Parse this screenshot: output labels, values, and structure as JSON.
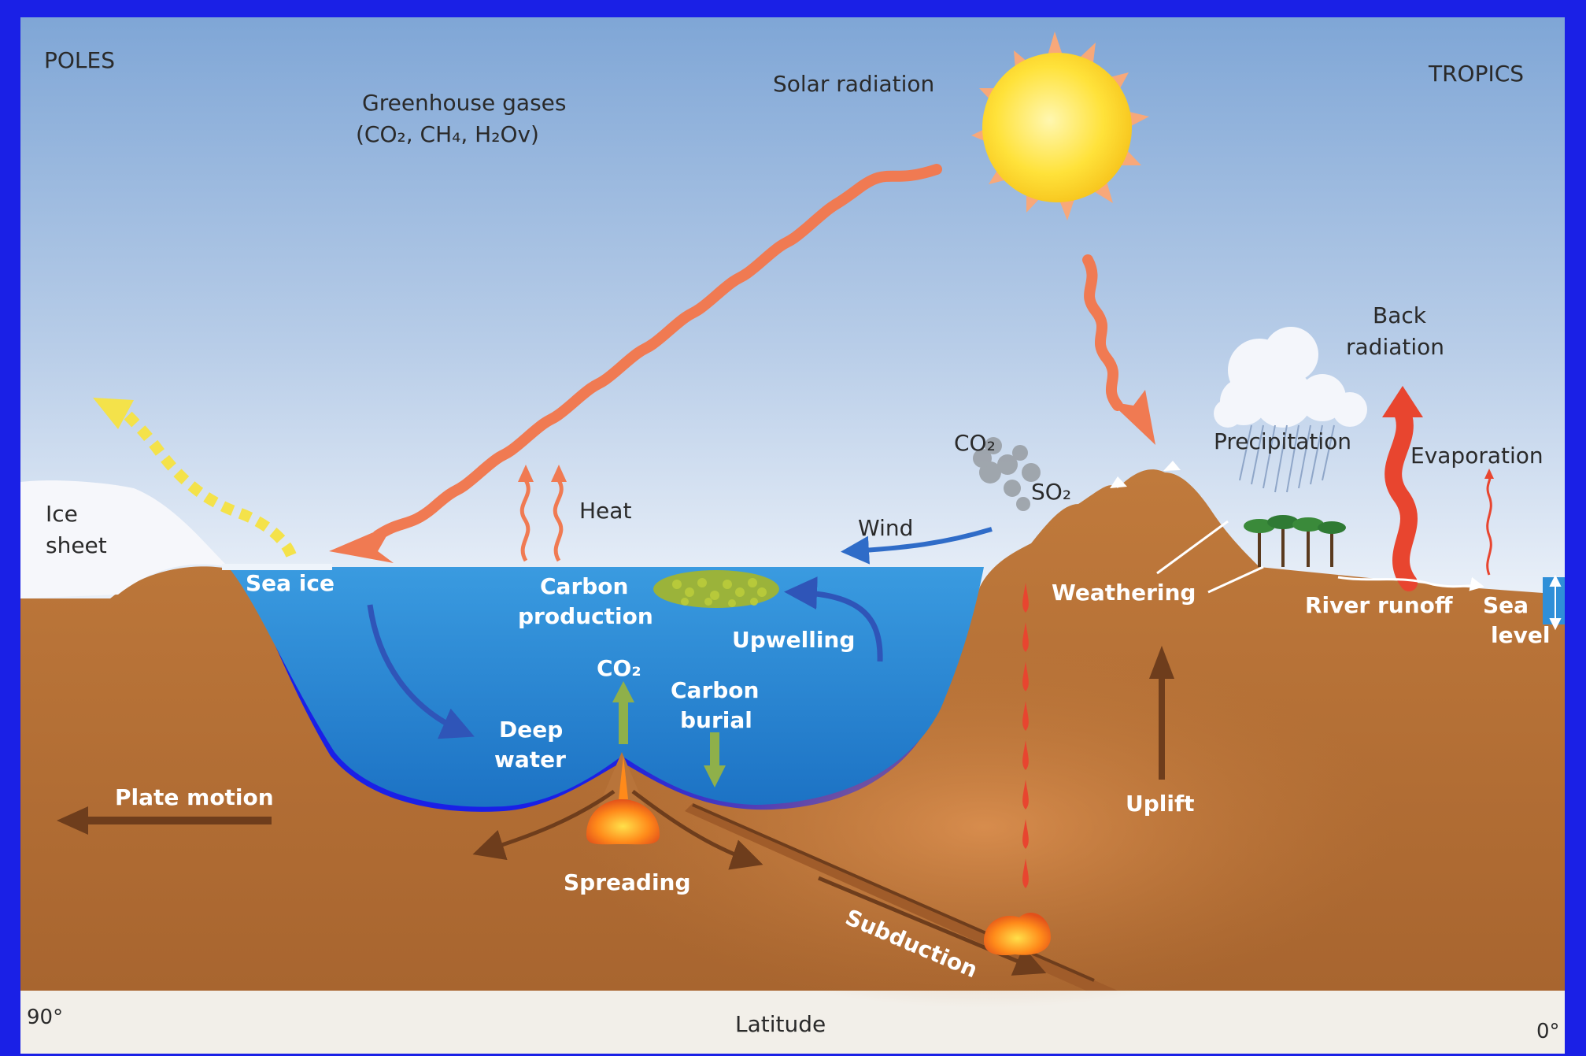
{
  "labels": {
    "poles": "POLES",
    "tropics": "TROPICS",
    "greenhouse_line1": "Greenhouse gases",
    "greenhouse_line2": "(CO₂, CH₄, H₂Ov)",
    "solar_radiation": "Solar radiation",
    "back_radiation_line1": "Back",
    "back_radiation_line2": "radiation",
    "ice_sheet_line1": "Ice",
    "ice_sheet_line2": "sheet",
    "sea_ice": "Sea ice",
    "heat": "Heat",
    "carbon_production_line1": "Carbon",
    "carbon_production_line2": "production",
    "upwelling": "Upwelling",
    "wind": "Wind",
    "co2_volcano": "CO₂",
    "so2_volcano": "SO₂",
    "precipitation": "Precipitation",
    "evaporation": "Evaporation",
    "weathering": "Weathering",
    "river_runoff": "River runoff",
    "sea_level_line1": "Sea",
    "sea_level_line2": "level",
    "co2_ridge": "CO₂",
    "carbon_burial_line1": "Carbon",
    "carbon_burial_line2": "burial",
    "deep_water_line1": "Deep",
    "deep_water_line2": "water",
    "plate_motion": "Plate motion",
    "spreading": "Spreading",
    "subduction": "Subduction",
    "uplift": "Uplift",
    "axis_left": "90°",
    "axis_center": "Latitude",
    "axis_right": "0°"
  },
  "colors": {
    "frame": "#1a20e6",
    "sky_top": "#7fa6d6",
    "sky_bottom": "#e6eef8",
    "ocean": "#2b8fd8",
    "ocean_deep": "#1f7ccc",
    "ground": "#b8743a",
    "ground_dark": "#8e5327",
    "radiation": "#f07a52",
    "sun": "#ffd83a",
    "back_radiation": "#e8452f",
    "deep_water_arrow": "#2f55b8",
    "wind_arrow": "#2f6cc8",
    "co2_arrow": "#8fb04a",
    "brown_arrow": "#6e3d1c",
    "magma": "#ff8a1a",
    "yellow_arrow": "#f4e24a"
  }
}
